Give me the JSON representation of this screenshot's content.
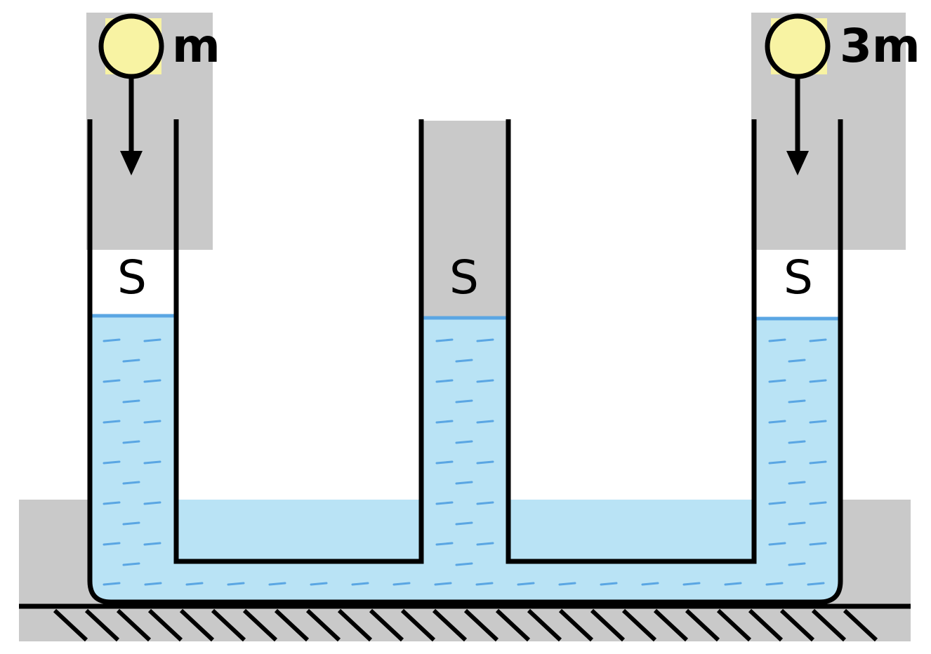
{
  "masses": {
    "left": "m",
    "right": "3m"
  },
  "areas": {
    "left": "S",
    "middle": "S",
    "right": "S"
  },
  "colors": {
    "liquid": "#b9e3f5",
    "liquid_surface": "#5aa6e3",
    "liquid_dash": "#5aa6e3",
    "piston_gray": "#c9c9c9",
    "weight_fill": "#f8f3a3",
    "stroke": "#000000"
  }
}
